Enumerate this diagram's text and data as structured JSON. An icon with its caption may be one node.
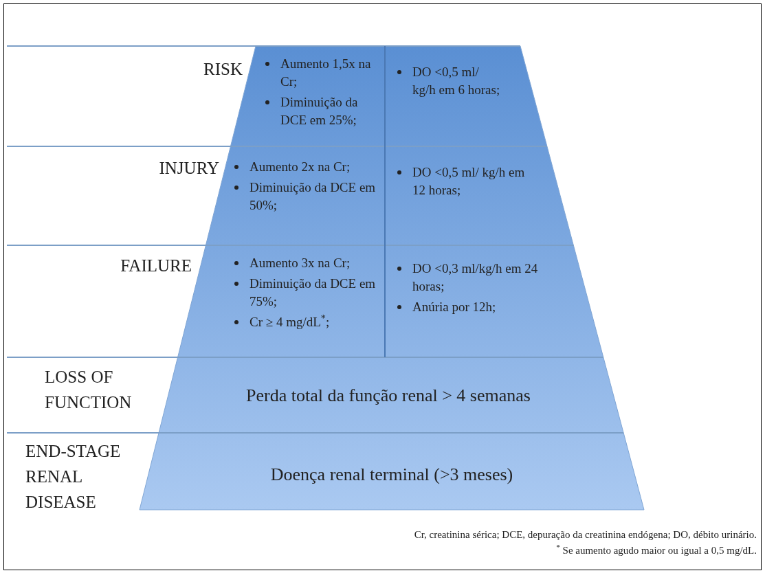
{
  "diagram": {
    "nodes": [
      {
        "text": [
          "Aumento 1,5x na Cr;",
          "Diminuição da DCE em 25%;"
        ]
      },
      {
        "text": [
          "DO <0,5 ml/ kg/h em 6 horas;"
        ]
      },
      {
        "text": [
          "Aumento 2x na Cr;",
          "Diminuição da DCE em 50%;"
        ]
      },
      {
        "text": [
          "DO <0,5 ml/ kg/h em 12 horas;"
        ]
      },
      {
        "text": [
          "Aumento 3x na Cr;",
          "Diminuição da DCE em 75%;",
          "Cr ≥ 4 mg/dL$^{*}$;"
        ]
      },
      {
        "text": [
          "DO <0,3 ml/kg/h em 24 horas;",
          "Anúria por 12h;"
        ]
      },
      {
        "text": [
          "Perda total da função renal > 4 semanas"
        ]
      },
      {
        "text": [
          "Doença renal terminal (>3 meses)"
        ]
      }
    ],
    "labels": [
      "RISK",
      "INJURY",
      "FAILURE",
      "LOSS OF FUNCTION",
      "END-STAGE RENAL DISEASE",
      "Cr, creatinina sérica; DCE, depuração da creatinina endógena; DO, débito urinário.",
      "$^{*}$ Se aumento agudo maior ou igual a 0,5 mg/dL."
    ]
  }
}
